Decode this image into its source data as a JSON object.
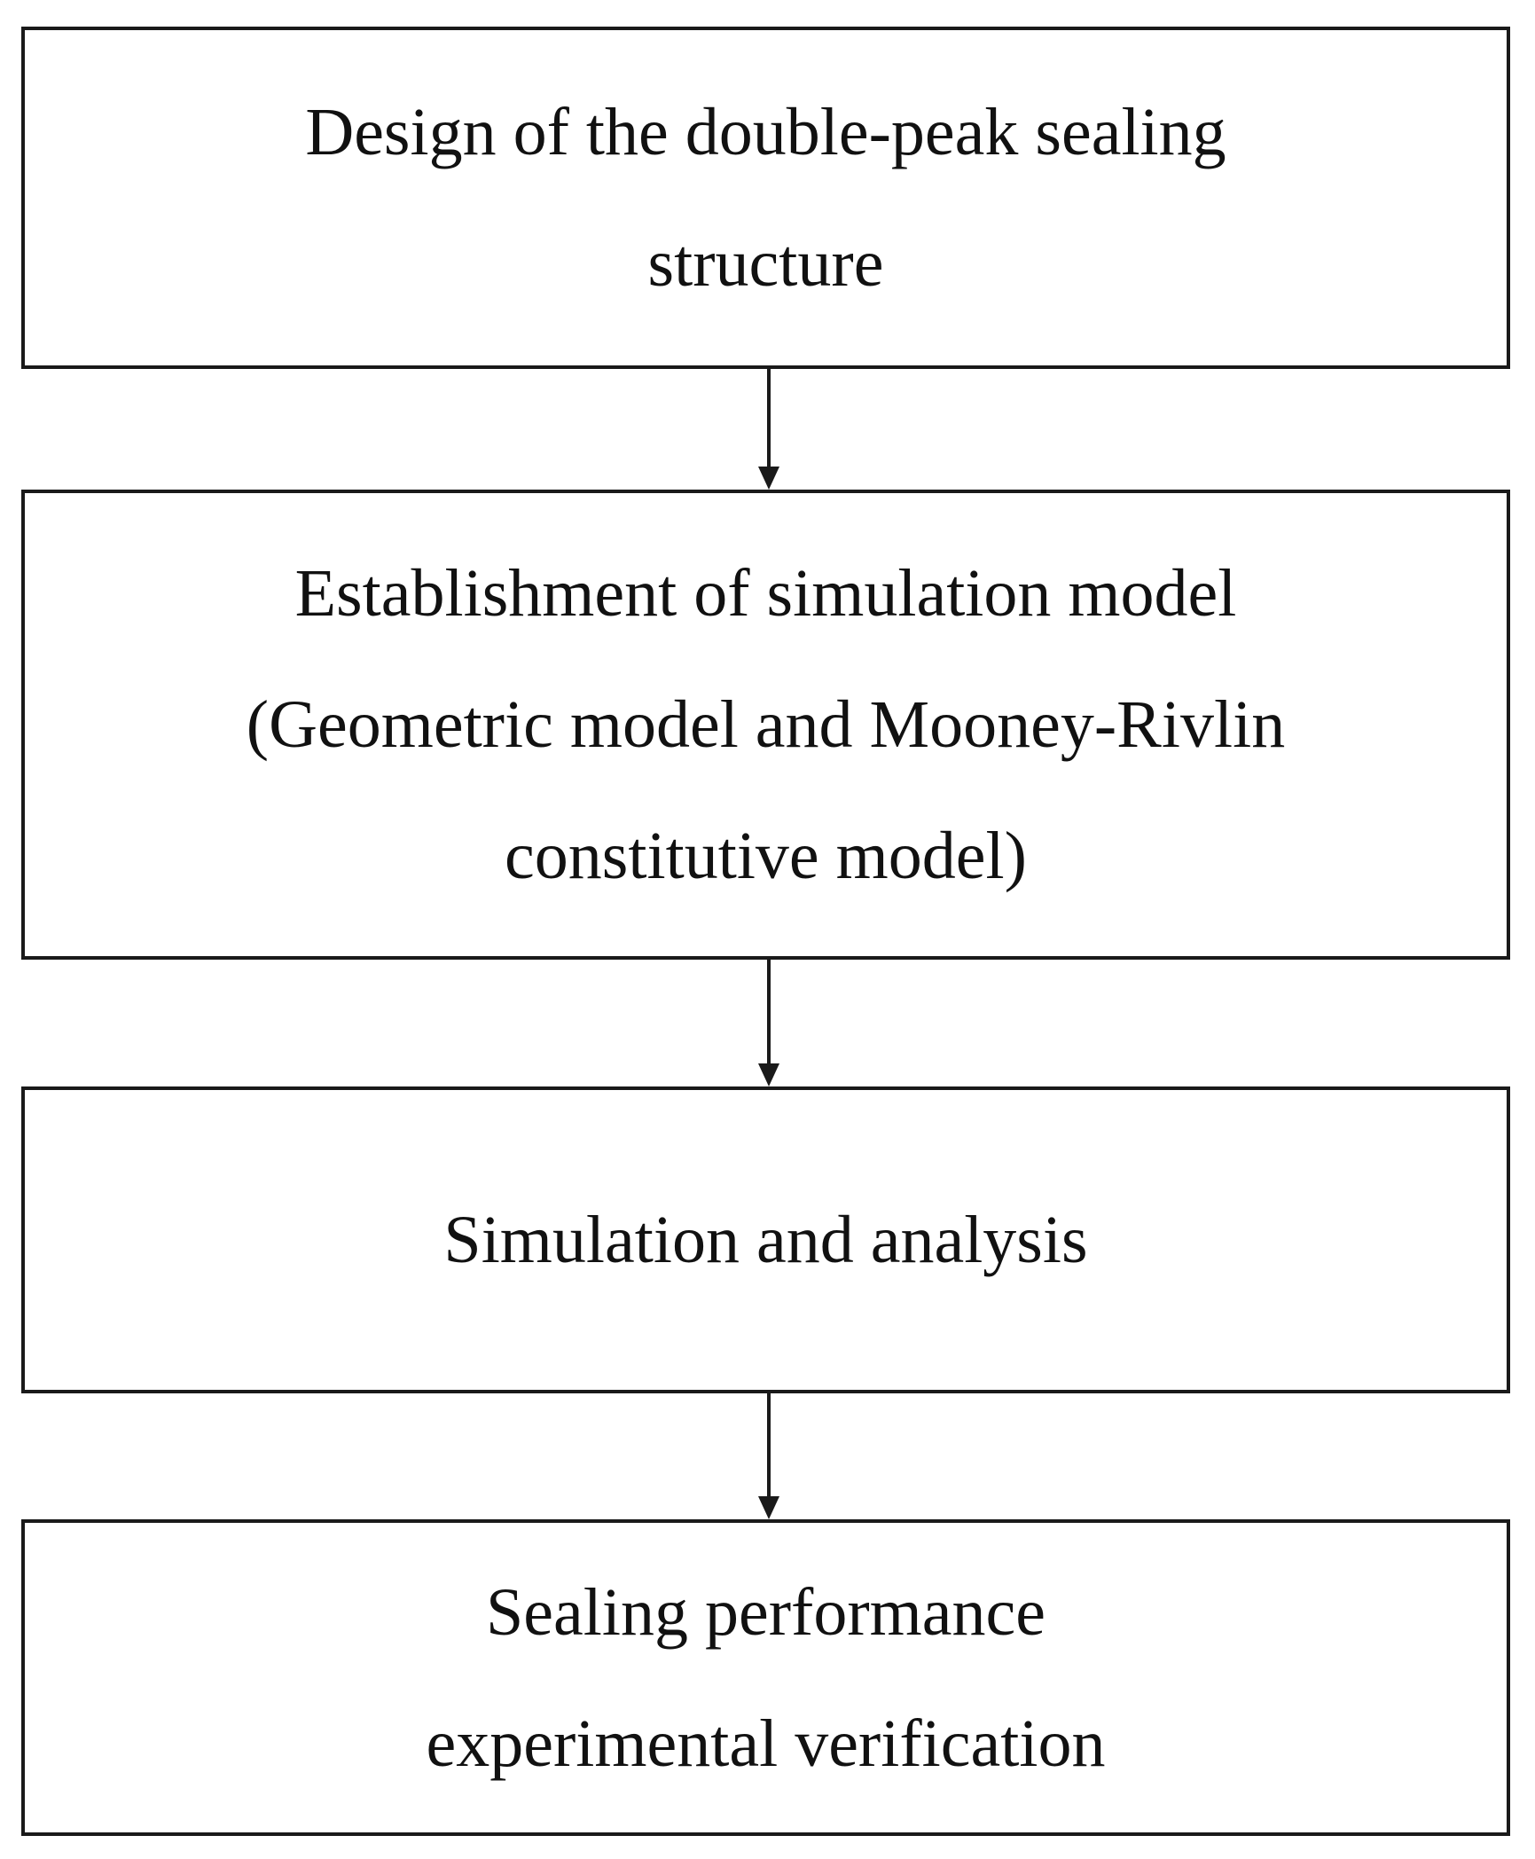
{
  "steps": [
    {
      "lines": [
        "Design of the double-peak sealing",
        "structure"
      ]
    },
    {
      "lines": [
        "Establishment of simulation model",
        "(Geometric model and Mooney-Rivlin",
        "constitutive model)"
      ]
    },
    {
      "lines": [
        "Simulation and analysis"
      ]
    },
    {
      "lines": [
        "Sealing performance",
        "experimental verification"
      ]
    }
  ],
  "colors": {
    "stroke": "#1a1a1a",
    "text": "#111111",
    "background": "#ffffff"
  }
}
